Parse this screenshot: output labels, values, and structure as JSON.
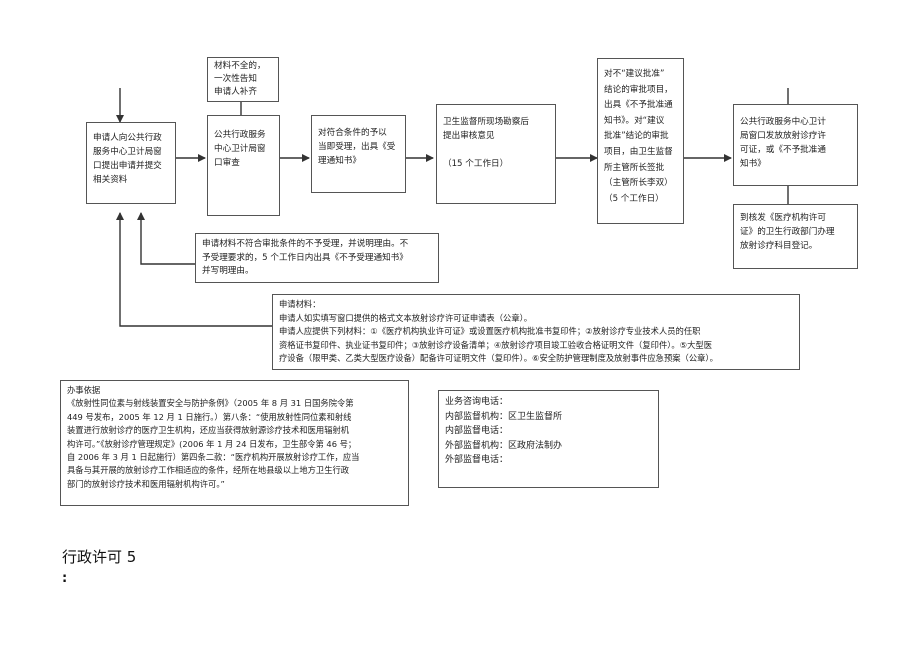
{
  "flowchart": {
    "steps": [
      {
        "text": "申请人向公共行政\n服务中心卫计局窗\n口提出申请并提交\n相关资料"
      },
      {
        "text": "公共行政服务\n中心卫计局窗\n口审查"
      },
      {
        "text": "对符合条件的予以\n当即受理，出具《受\n理通知书》"
      },
      {
        "text": "卫生监督所现场勘察后\n提出审核意见\n\n（15 个工作日）"
      },
      {
        "text": "对不“建议批准”\n结论的审批项目，\n出具《不予批准通\n知书》。对“建议\n批准”结论的审批\n项目，由卫生监督\n所主管所长签批\n（主管所长李双）\n（5 个工作日）"
      },
      {
        "text": "公共行政服务中心卫计\n局窗口发放放射诊疗许\n可证，或《不予批准通\n知书》"
      },
      {
        "text": "到核发《医疗机构许可\n证》的卫生行政部门办理\n放射诊疗科目登记。"
      }
    ],
    "incomplete_materials": "材料不全的，\n一次性告知\n申请人补齐",
    "rejection_note": "申请材料不符合审批条件的不予受理，并说明理由。不\n予受理要求的，5 个工作日内出具《不予受理通知书》\n并写明理由。",
    "materials_note": "申请材料：\n申请人如实填写窗口提供的格式文本放射诊疗许可证申请表（公章）。\n申请人应提供下列材料：①《医疗机构执业许可证》或设置医疗机构批准书复印件；②放射诊疗专业技术人员的任职\n资格证书复印件、执业证书复印件；③放射诊疗设备清单；④放射诊疗项目竣工验收合格证明文件（复印件）。⑤大型医\n疗设备（限甲类、乙类大型医疗设备）配备许可证明文件（复印件）。⑥安全防护管理制度及放射事件应急预案（公章）。"
  },
  "legal_basis": "办事依据\n《放射性同位素与射线装置安全与防护条例》（2005 年 8 月 31 日国务院令第\n449 号发布，2005 年 12 月 1 日施行。）第八条：“使用放射性同位素和射线\n装置进行放射诊疗的医疗卫生机构，还应当获得放射源诊疗技术和医用辐射机\n构许可。”《放射诊疗管理规定》(2006 年 1 月 24 日发布，卫生部令第 46 号；\n自 2006 年 3 月 1 日起施行）第四条二款：“医疗机构开展放射诊疗工作，应当\n具备与其开展的放射诊疗工作相适应的条件，经所在地县级以上地方卫生行政\n部门的放射诊疗技术和医用辐射机构许可。”",
  "contacts": "业务咨询电话：\n内部监督机构：区卫生监督所\n内部监督电话：\n外部监督机构：区政府法制办\n外部监督电话：",
  "footer": {
    "title": "行政许可 5",
    "colon": ":"
  },
  "colors": {
    "line": "#333333",
    "border": "#555555"
  }
}
